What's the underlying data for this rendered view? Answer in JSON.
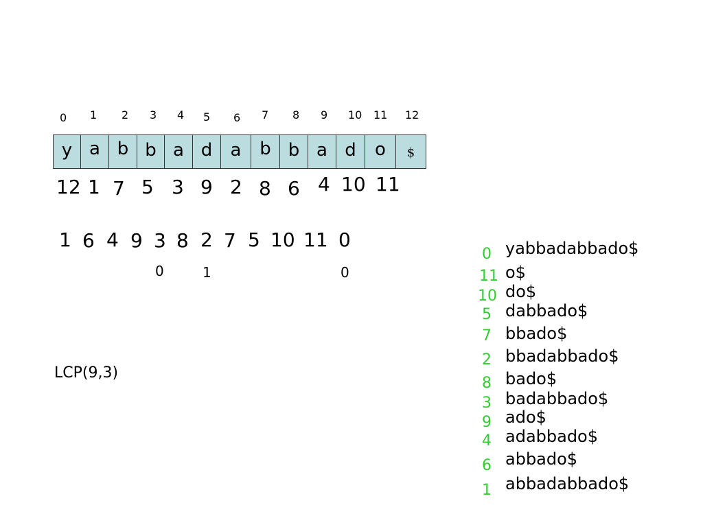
{
  "indices": [
    "0",
    "1",
    "2",
    "3",
    "4",
    "5",
    "6",
    "7",
    "8",
    "9",
    "10",
    "11",
    "12"
  ],
  "chars": [
    "y",
    "a",
    "b",
    "b",
    "a",
    "d",
    "a",
    "b",
    "b",
    "a",
    "d",
    "o",
    "$"
  ],
  "row1": [
    "12",
    "1",
    "7",
    "5",
    "3",
    "9",
    "2",
    "8",
    "6",
    "4",
    "10",
    "11"
  ],
  "row2": [
    "1",
    "6",
    "4",
    "9",
    "3",
    "8",
    "2",
    "7",
    "5",
    "10",
    "11",
    "0"
  ],
  "row2_marks": [
    "0",
    "1",
    "0"
  ],
  "lcp_label": "LCP(9,3)",
  "suffixes": [
    {
      "num": "0",
      "text": "yabbadabbado$"
    },
    {
      "num": "11",
      "text": "o$"
    },
    {
      "num": "10",
      "text": "do$"
    },
    {
      "num": "5",
      "text": "dabbado$"
    },
    {
      "num": "7",
      "text": "bbado$"
    },
    {
      "num": "2",
      "text": "bbadabbado$"
    },
    {
      "num": "8",
      "text": "bado$"
    },
    {
      "num": "3",
      "text": "badabbado$"
    },
    {
      "num": "9",
      "text": "ado$"
    },
    {
      "num": "4",
      "text": "adabbado$"
    },
    {
      "num": "6",
      "text": "abbado$"
    },
    {
      "num": "1",
      "text": "abbadabbado$"
    }
  ],
  "colors": {
    "cell_fill": "#bcdde0",
    "suffix_index": "#33cc33"
  }
}
